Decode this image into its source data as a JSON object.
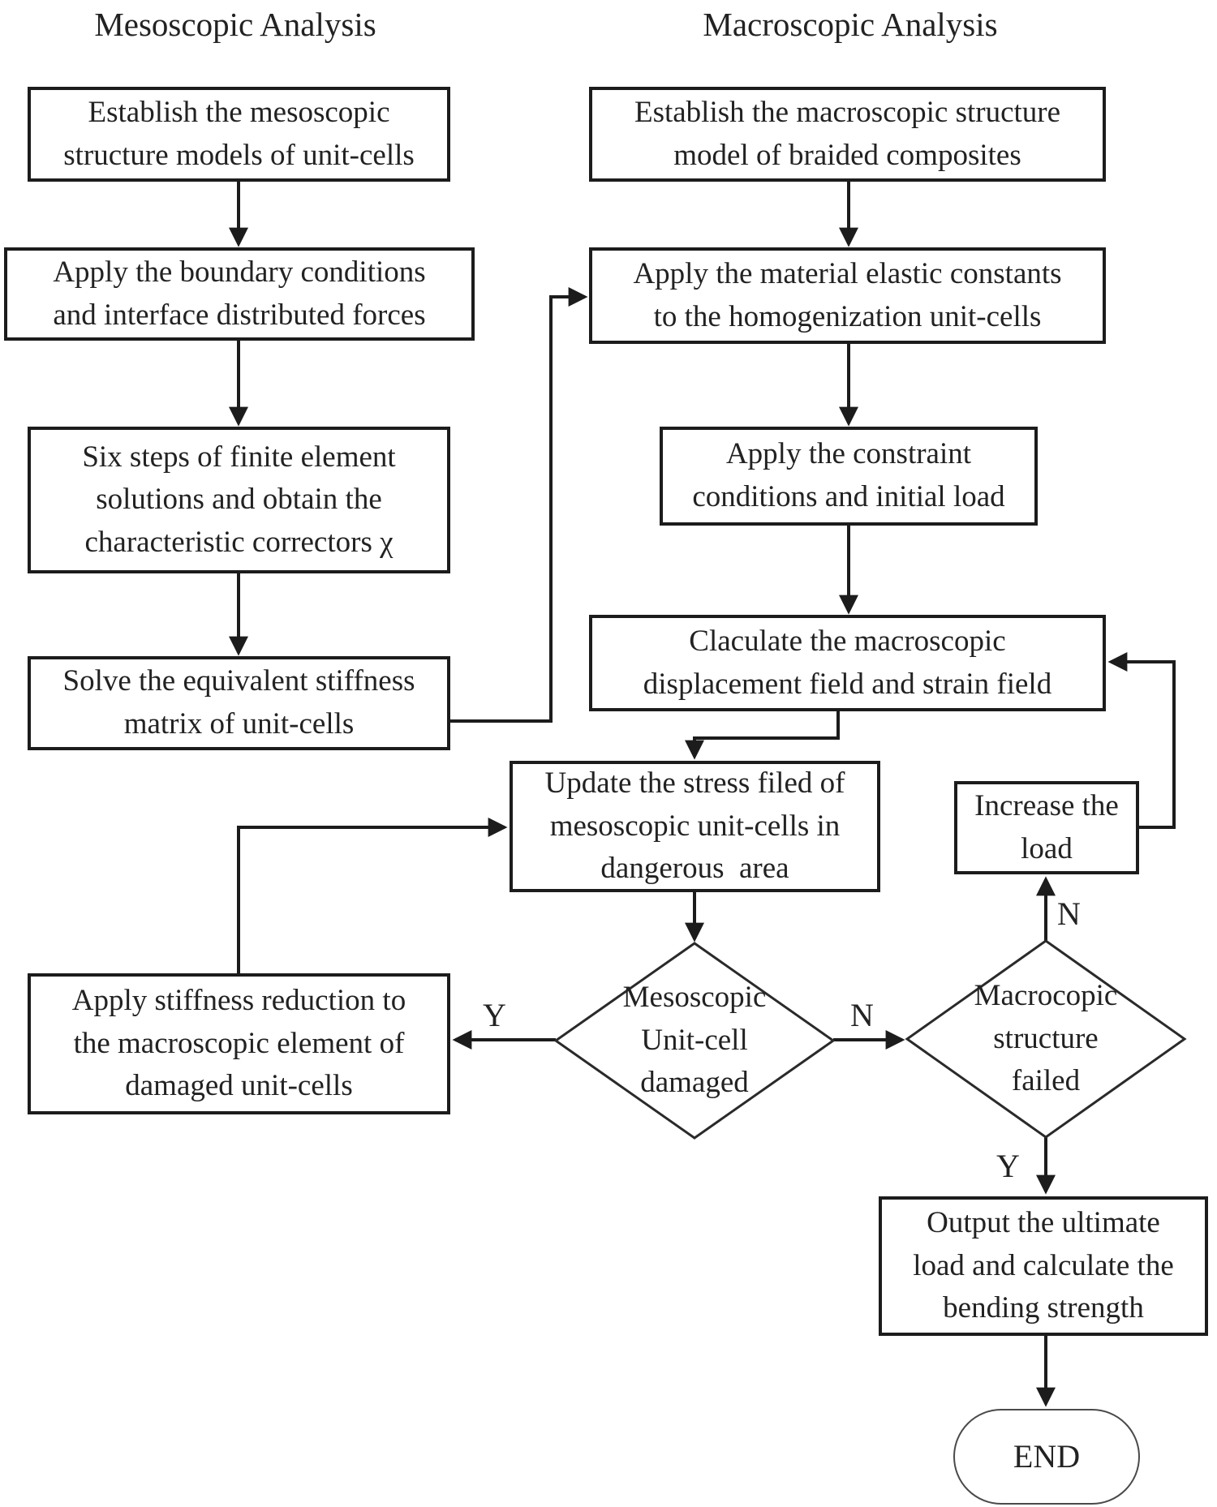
{
  "titles": {
    "left": "Mesoscopic Analysis",
    "right": "Macroscopic Analysis"
  },
  "colors": {
    "line": "#1c1c1c",
    "text": "#222222",
    "background": "#ffffff"
  },
  "nodes": {
    "meso_model": {
      "label": "Establish the mesoscopic\nstructure models of unit-cells"
    },
    "meso_boundary": {
      "label": "Apply the boundary conditions\nand interface distributed forces"
    },
    "meso_fe_steps": {
      "label": "Six steps of finite element\nsolutions and obtain the\ncharacteristic correctors χ"
    },
    "meso_stiffness": {
      "label": "Solve the equivalent stiffness\nmatrix of unit-cells"
    },
    "stiffness_reduction": {
      "label": "Apply stiffness reduction to\nthe macroscopic element of\ndamaged unit-cells"
    },
    "macro_model": {
      "label": "Establish the macroscopic structure\nmodel of braided composites"
    },
    "macro_elastic": {
      "label": "Apply the material elastic constants\nto the homogenization unit-cells"
    },
    "macro_constraint": {
      "label": "Apply the constraint\nconditions and initial load"
    },
    "macro_calc": {
      "label": "Claculate the macroscopic\ndisplacement field and strain field"
    },
    "update_stress": {
      "label": "Update the stress filed of\nmesoscopic unit-cells in\ndangerous  area"
    },
    "increase_load": {
      "label": "Increase the\nload"
    },
    "meso_damaged": {
      "label": "Mesoscopic\nUnit-cell\ndamaged"
    },
    "macro_failed": {
      "label": "Macrocopic\nstructure\nfailed"
    },
    "output_load": {
      "label": "Output the ultimate\nload and calculate the\nbending strength"
    },
    "end": {
      "label": "END"
    }
  },
  "branch_labels": {
    "meso_damaged_yes": "Y",
    "meso_damaged_no": "N",
    "macro_failed_no": "N",
    "macro_failed_yes": "Y"
  }
}
